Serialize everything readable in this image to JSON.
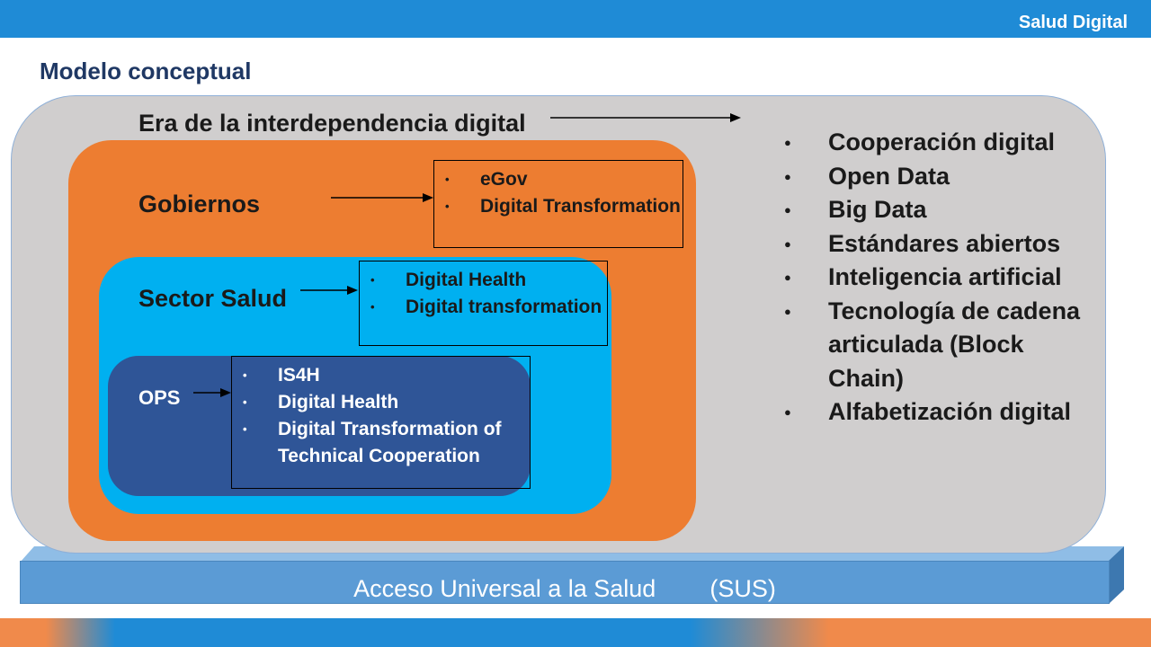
{
  "header": {
    "title": "Salud Digital"
  },
  "page": {
    "title": "Modelo conceptual"
  },
  "diagram": {
    "era_label": "Era de la interdependencia digital",
    "gobiernos": {
      "label": "Gobiernos",
      "items": [
        "eGov",
        "Digital Transformation"
      ]
    },
    "sector_salud": {
      "label": "Sector Salud",
      "items": [
        "Digital Health",
        "Digital transformation"
      ]
    },
    "ops": {
      "label": "OPS",
      "items": [
        "IS4H",
        "Digital Health",
        "Digital Transformation of Technical Cooperation"
      ]
    },
    "right_list": [
      "Cooperación digital",
      "Open Data",
      "Big Data",
      "Estándares abiertos",
      "Inteligencia artificial",
      "Tecnología de cadena articulada (Block Chain)",
      "Alfabetización digital"
    ],
    "base_label": "Acceso Universal a la Salud        (SUS)"
  },
  "colors": {
    "header_blue": "#1f8bd6",
    "title_navy": "#1f3864",
    "era_gray": "#d0cece",
    "gobiernos_orange": "#ed7d31",
    "sector_cyan": "#00b0f0",
    "ops_navy": "#2f5597",
    "base_blue": "#5b9bd5"
  }
}
